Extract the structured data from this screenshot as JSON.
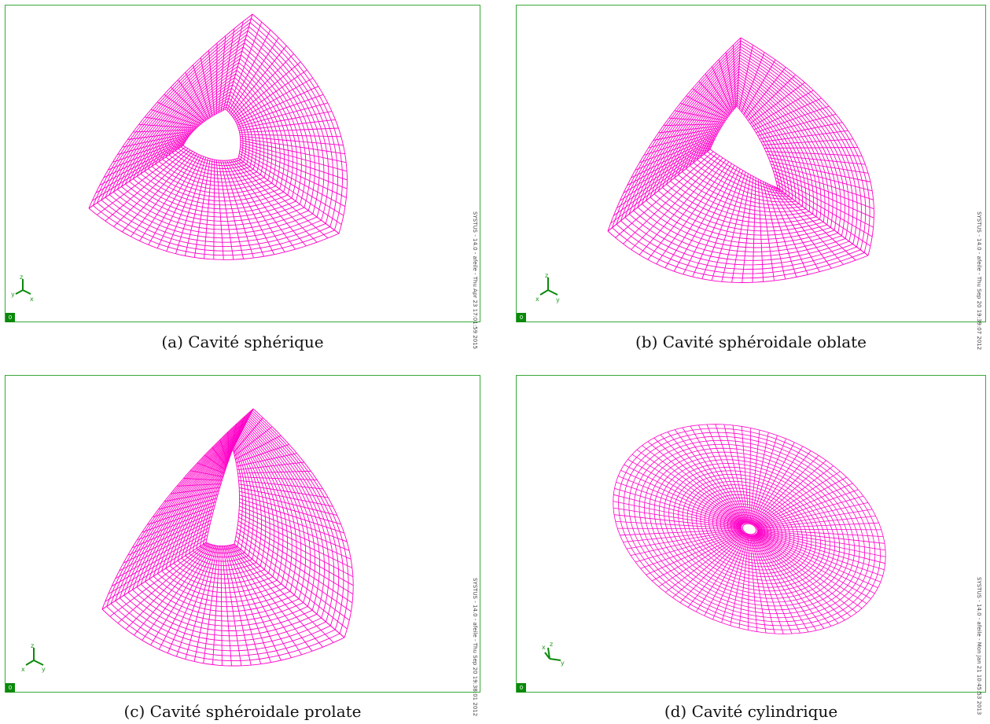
{
  "panels": [
    {
      "id": "a",
      "caption": "(a) Cavité sphérique",
      "stamp": "SYSTUS - 14.0 - afeile - Thu Apr 23 17:01:59 2015",
      "zero_label": "0",
      "triad": {
        "labels": [
          "y",
          "z",
          "x"
        ]
      }
    },
    {
      "id": "b",
      "caption": "(b) Cavité sphéroidale oblate",
      "stamp": "SYSTUS - 14.0 - afeile - Thu Sep 20 19:39:07 2012",
      "zero_label": "0",
      "triad": {
        "labels": [
          "x",
          "z",
          "y"
        ]
      }
    },
    {
      "id": "c",
      "caption": "(c) Cavité sphéroidale prolate",
      "stamp": "SYSTUS - 14.0 - afeile - Thu Sep 20 19:38:01 2012",
      "zero_label": "0",
      "triad": {
        "labels": [
          "x",
          "z",
          "y"
        ]
      }
    },
    {
      "id": "d",
      "caption": "(d) Cavité cylindrique",
      "stamp": "SYSTUS - 14.0 - afeile - Mon Jan 21 10:45:53 2013",
      "zero_label": "0",
      "triad": {
        "labels": [
          "x",
          "z",
          "y"
        ]
      }
    }
  ],
  "colors": {
    "mesh": "#ff00c8",
    "frame": "#3aa83a",
    "triad": "#0a8a0a"
  }
}
